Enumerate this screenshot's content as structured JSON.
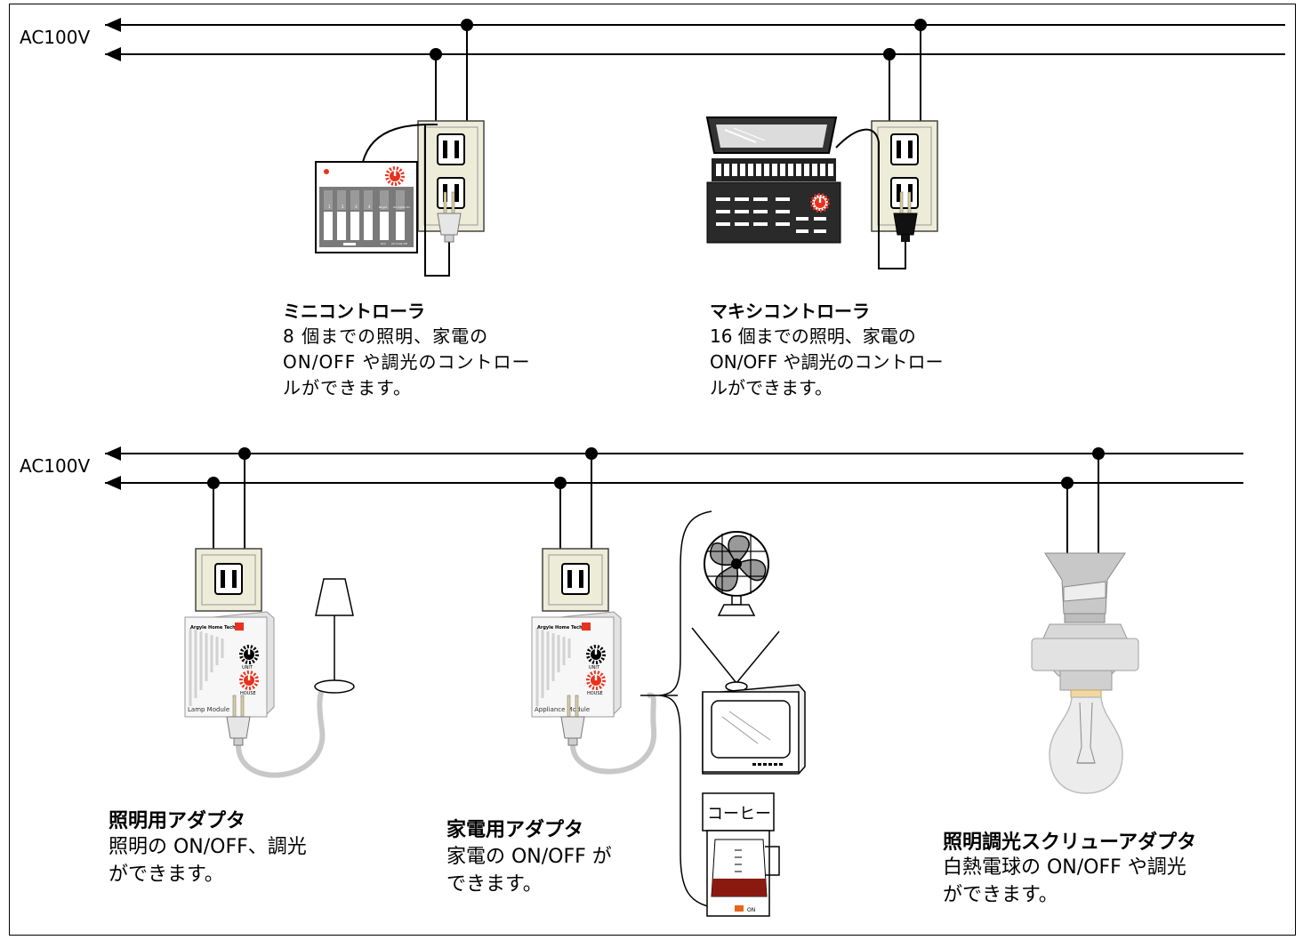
{
  "bus_label": "AC100V",
  "colors": {
    "line": "#000000",
    "cord": "#c8c8c8",
    "outlet_face": "#ececd8",
    "module_body": "#f4f4f4",
    "dial_red": "#e8321e",
    "coffee": "#8a1a10"
  },
  "devices": {
    "mini_controller": {
      "title": "ミニコントローラ",
      "desc": "8 個までの照明、家電の\nON/OFF や調光のコントロー\nルができます。",
      "labels": [
        "1",
        "2",
        "3",
        "4",
        "Bright",
        "All Lights On",
        "Dim",
        "All Units Off"
      ]
    },
    "maxi_controller": {
      "title": "マキシコントローラ",
      "desc": "16 個までの照明、家電の\nON/OFF や調光のコントロー\nルができます。"
    },
    "lamp_module": {
      "title": "照明用アダプタ",
      "desc": "照明の ON/OFF、調光\nができます。",
      "brand": "Argyle Home Tech",
      "label": "Lamp Module",
      "dial_unit": "UNIT",
      "dial_house": "HOUSE"
    },
    "appliance_module": {
      "title": "家電用アダプタ",
      "desc": "家電の ON/OFF が\nできます。",
      "brand": "Argyle Home Tech",
      "label": "Appliance Module",
      "dial_unit": "UNIT",
      "dial_house": "HOUSE"
    },
    "screw_adapter": {
      "title": "照明調光スクリューアダプタ",
      "desc": "白熱電球の ON/OFF や調光\nができます。"
    }
  },
  "appliances": {
    "coffee_label": "コーヒー",
    "coffee_switch": "ON"
  },
  "icons": [
    "fan-icon",
    "tv-icon",
    "coffee-maker-icon",
    "floor-lamp-icon",
    "light-bulb-icon",
    "outlet-icon",
    "plug-icon"
  ]
}
